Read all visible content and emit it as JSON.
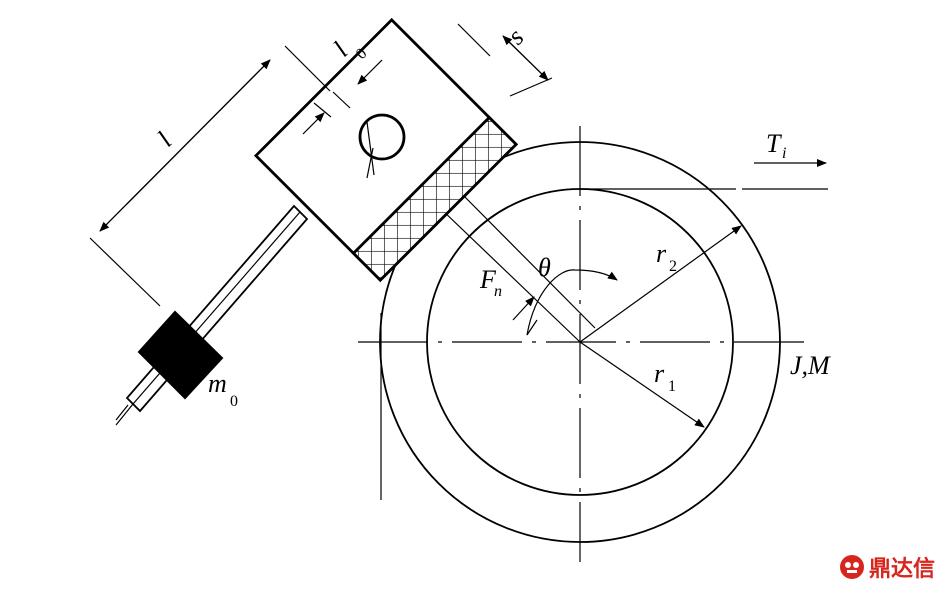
{
  "labels": {
    "l": "l",
    "l0_main": "l",
    "l0_sub": "0",
    "s": "s",
    "T_main": "T",
    "T_sub": "i",
    "theta": "θ",
    "r2_main": "r",
    "r2_sub": "2",
    "r1_main": "r",
    "r1_sub": "1",
    "F_main": "F",
    "F_sub": "n",
    "JM": "J,M",
    "m0_main": "m",
    "m0_sub": "0"
  },
  "watermark": {
    "text": "鼎达信",
    "color": "#d7261e"
  }
}
